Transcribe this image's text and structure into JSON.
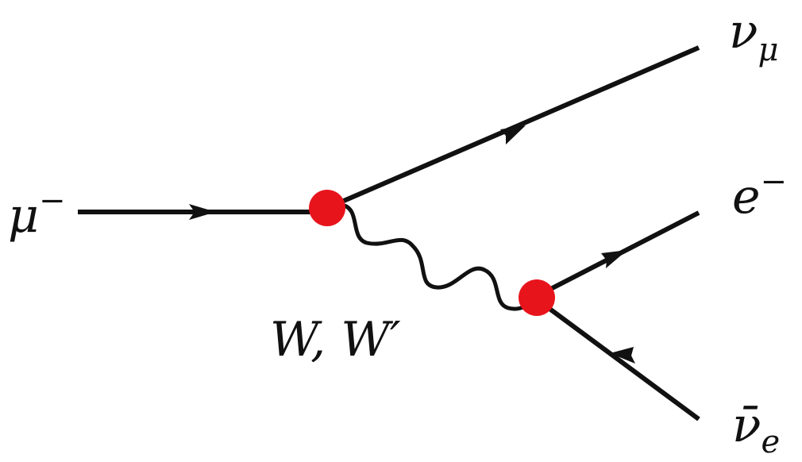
{
  "diagram": {
    "type": "feynman",
    "incoming": {
      "symbol": "μ",
      "sup": "−"
    },
    "outgoing": [
      {
        "symbol": "ν",
        "sub": "μ"
      },
      {
        "symbol": "e",
        "sup": "−"
      },
      {
        "symbol": "ν̄",
        "sub": "e"
      }
    ],
    "propagator": {
      "label": "W, W′"
    },
    "vertex_color": "#e8141c",
    "line_color": "#111111"
  }
}
